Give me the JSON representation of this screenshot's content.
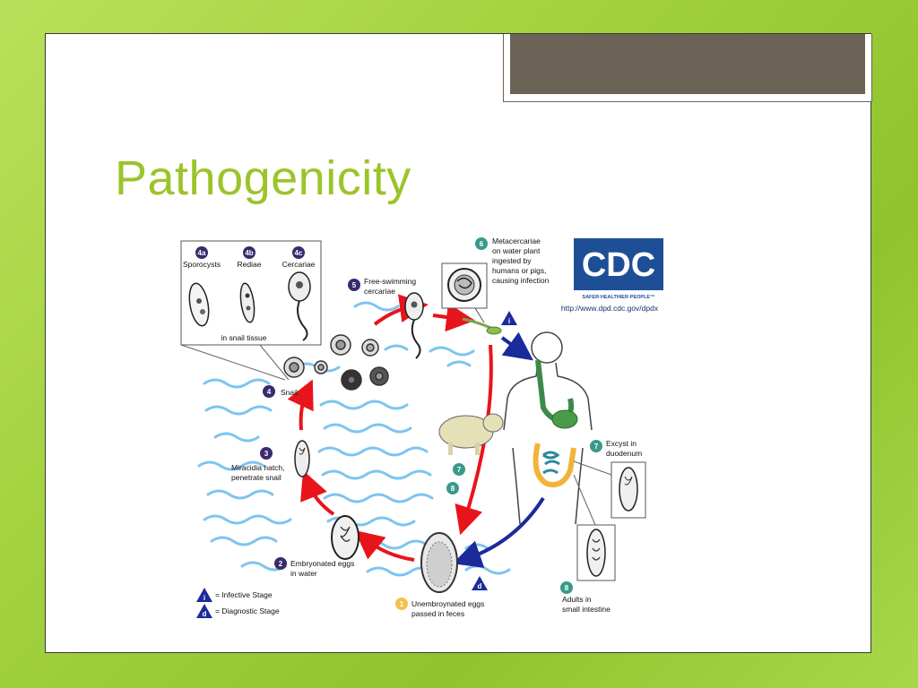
{
  "slide": {
    "title": "Pathogenicity"
  },
  "diagram": {
    "stage_4a": {
      "num": "4a",
      "label": "Sporocysts"
    },
    "stage_4b": {
      "num": "4b",
      "label": "Rediae"
    },
    "stage_4c": {
      "num": "4c",
      "label": "Cercariae"
    },
    "snail_tissue_caption": "in snail tissue",
    "stage_5": {
      "num": "5",
      "line1": "Free-swimming",
      "line2": "cercariae"
    },
    "stage_6": {
      "num": "6",
      "line1": "Metacercariae",
      "line2": "on water plant",
      "line3": "ingested by",
      "line4": "humans or pigs,",
      "line5": "causing infection"
    },
    "infective_marker": "i",
    "diagnostic_marker": "d",
    "stage_4": {
      "num": "4",
      "label": "Snail"
    },
    "stage_3": {
      "num": "3",
      "line1": "Miracidia hatch,",
      "line2": "penetrate snail"
    },
    "stage_2": {
      "num": "2",
      "line1": "Embryonated eggs",
      "line2": "in water"
    },
    "stage_1": {
      "num": "1",
      "line1": "Unembroynated eggs",
      "line2": "passed in feces"
    },
    "stage_7_pig": {
      "num": "7"
    },
    "stage_8_pig": {
      "num": "8"
    },
    "stage_7": {
      "num": "7",
      "line1": "Excyst in",
      "line2": "duodenum"
    },
    "stage_8": {
      "num": "8",
      "line1": "Adults in",
      "line2": "small intestine"
    },
    "legend": {
      "infective": "= Infective Stage",
      "diagnostic": "= Diagnostic Stage"
    },
    "cdc": {
      "logo": "CDC",
      "tagline": "SAFER·HEALTHIER·PEOPLE™",
      "url": "http://www.dpd.cdc.gov/dpdx"
    },
    "colors": {
      "title": "#9bc42a",
      "cycle_arrow": "#e8141b",
      "human_arrow": "#1b2b9a",
      "stage_circle": "#3a2a6e",
      "human_stage_circle": "#3a9a8a",
      "stage1_circle": "#f2c14a",
      "water": "#7ec4f0"
    }
  }
}
